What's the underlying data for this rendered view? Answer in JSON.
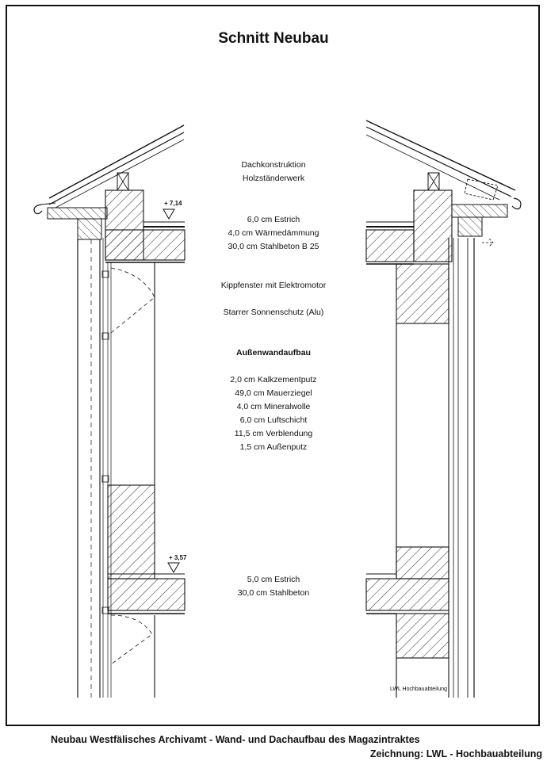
{
  "title": "Schnitt Neubau",
  "labels": {
    "roof_1": "Dachkonstruktion",
    "roof_2": "Holzständerwerk",
    "ceiling_1": "6,0 cm Estrich",
    "ceiling_2": "4,0 cm Wärmedämmung",
    "ceiling_3": "30,0 cm Stahlbeton B 25",
    "window": "Kippfenster mit Elektromotor",
    "shading": "Starrer Sonnenschutz (Alu)",
    "wall_heading": "Außenwandaufbau",
    "wall_1": "2,0 cm Kalkzementputz",
    "wall_2": "49,0 cm Mauerziegel",
    "wall_3": "4,0 cm Mineralwolle",
    "wall_4": "6,0 cm Luftschicht",
    "wall_5": "11,5 cm Verblendung",
    "wall_6": "1,5 cm Außenputz",
    "floor_1": "5,0 cm Estrich",
    "floor_2": "30,0 cm Stahlbeton"
  },
  "elevations": {
    "upper": "+ 7,14",
    "lower": "+ 3,57"
  },
  "credit": "LWL Hochbauabteilung",
  "caption": {
    "line1": "Neubau Westfälisches Archivamt - Wand- und Dachaufbau des Magazintraktes",
    "line2": "Zeichnung: LWL - Hochbauabteilung"
  }
}
